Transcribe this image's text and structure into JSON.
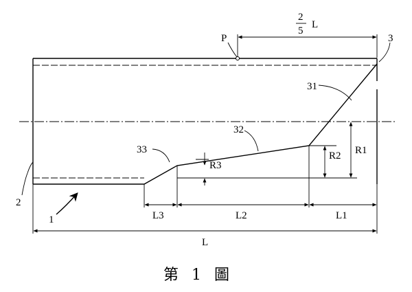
{
  "labels": {
    "point_p": "P",
    "fraction_num": "2",
    "fraction_den": "5",
    "fraction_unit": "L",
    "ref_3": "3",
    "ref_31": "31",
    "ref_32": "32",
    "ref_33": "33",
    "ref_2": "2",
    "ref_1": "1",
    "r1": "R1",
    "r2": "R2",
    "r3": "R3",
    "l1": "L1",
    "l2": "L2",
    "l3": "L3",
    "l_total": "L"
  },
  "caption": "第 1 圖"
}
